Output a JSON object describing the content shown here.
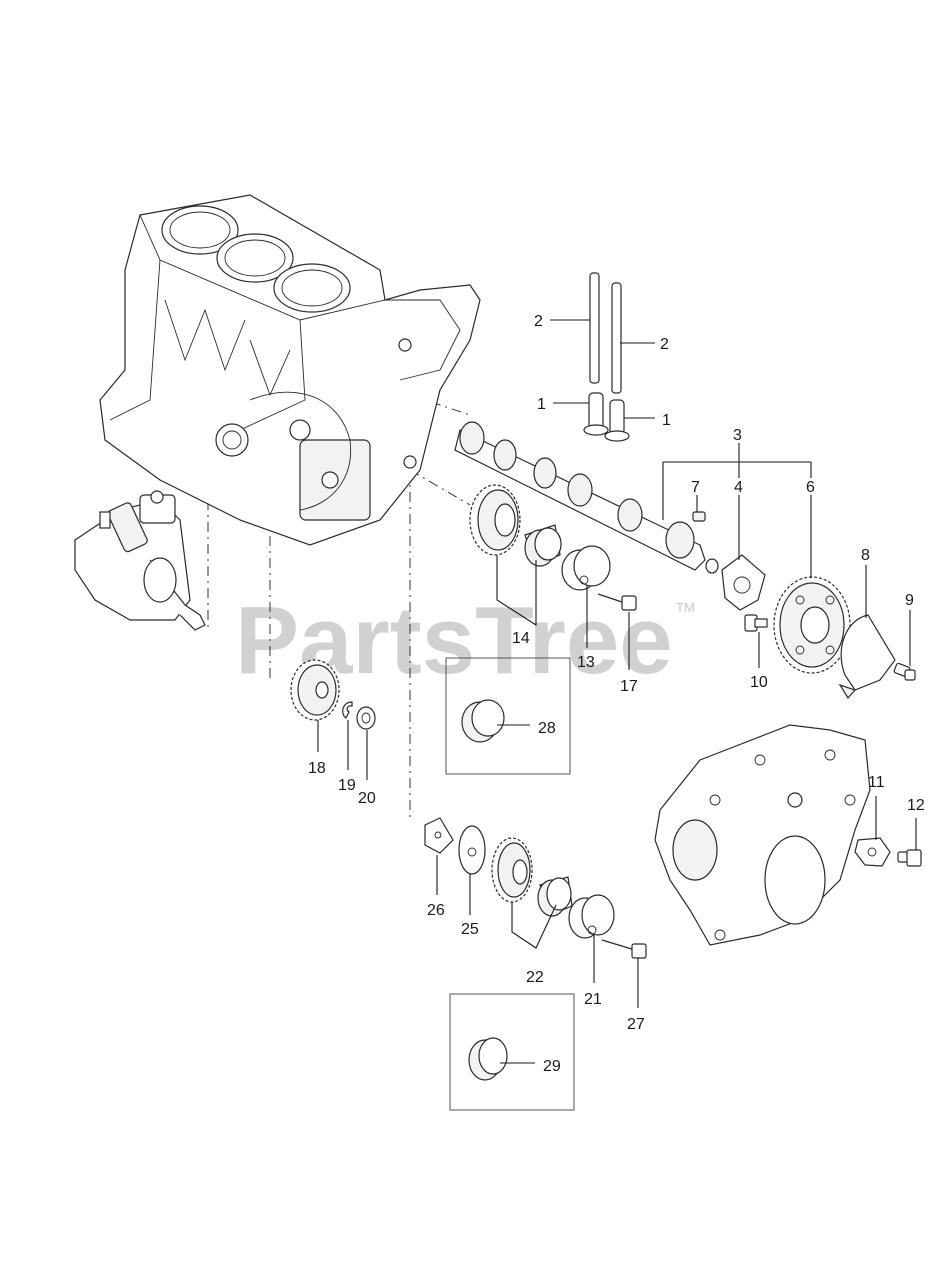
{
  "watermark": {
    "text": "PartsTree",
    "trademark": "TM"
  },
  "callouts": {
    "c1a": "1",
    "c1b": "1",
    "c2a": "2",
    "c2b": "2",
    "c3": "3",
    "c4": "4",
    "c6": "6",
    "c7": "7",
    "c8": "8",
    "c9": "9",
    "c10": "10",
    "c11": "11",
    "c12": "12",
    "c13": "13",
    "c14": "14",
    "c17": "17",
    "c18": "18",
    "c19": "19",
    "c20": "20",
    "c21": "21",
    "c22": "22",
    "c25": "25",
    "c26": "26",
    "c27": "27",
    "c28": "28",
    "c29": "29"
  },
  "parts": {
    "engine_block": "engine-block",
    "fuel_pump": "fuel-injection-pump",
    "camshaft": "camshaft",
    "timing_cover": "gear-case-cover"
  }
}
